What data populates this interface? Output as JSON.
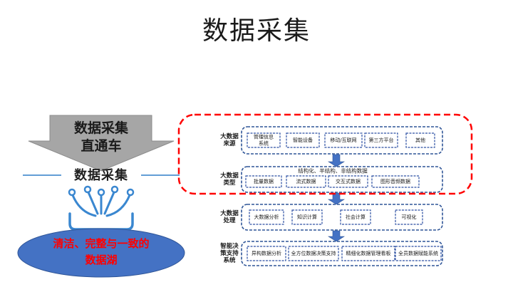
{
  "title": "数据采集",
  "left": {
    "arrow_line1": "数据采集",
    "arrow_line2": "直通车",
    "banner": "数据采集",
    "lake_line1": "清洁、完整与一致的",
    "lake_line2": "数据湖"
  },
  "layers": [
    {
      "label_lines": [
        "大数据",
        "来源"
      ],
      "note": "",
      "items": [
        "管理信息\n系统",
        "智能设备",
        "移动/互联网",
        "第三方平台",
        "其他"
      ]
    },
    {
      "label_lines": [
        "大数据",
        "类型"
      ],
      "note": "结构化、半结构、非结构数据",
      "items": [
        "批量数据",
        "流式数据",
        "交互式数据",
        "图形音频数据"
      ]
    },
    {
      "label_lines": [
        "大数据",
        "处理"
      ],
      "note": "",
      "items": [
        "大数据分析",
        "知识计算",
        "社会计算",
        "可视化"
      ]
    },
    {
      "label_lines": [
        "智能决",
        "策支持",
        "系统"
      ],
      "note": "",
      "items": [
        "异构数据分析",
        "全方位数据决策支持",
        "精细化数据管理看板",
        "全员数据赋能系统"
      ]
    }
  ],
  "colors": {
    "blue": "#2f5597",
    "item_blue": "#2e52a3",
    "highlight_red": "#ff0000",
    "lake_fill": "#4472c4",
    "lake_text": "#ff0000",
    "arrow_gray": "#a6a6a6",
    "flow_arrow": "#4472c4"
  }
}
